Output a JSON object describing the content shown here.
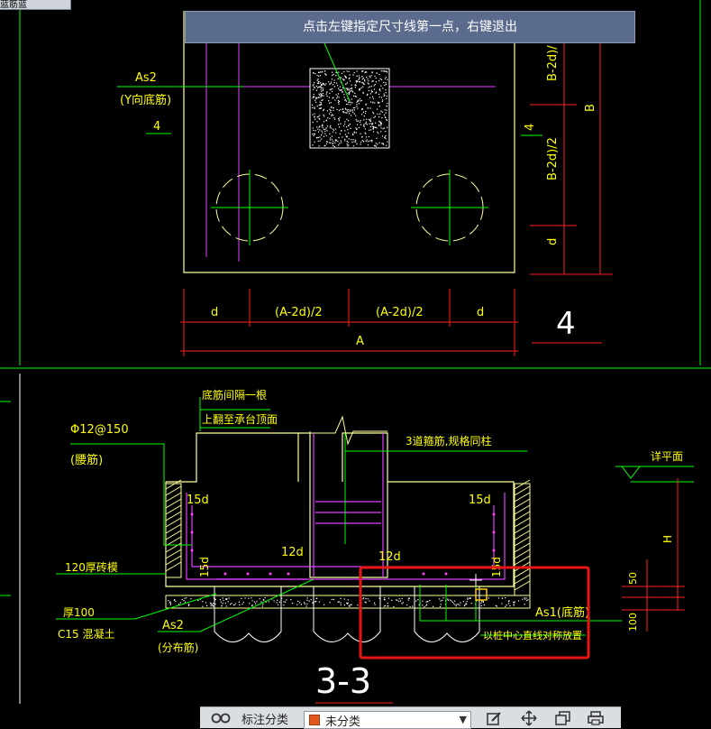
{
  "window": {
    "corner_label": "蓝筋蓝"
  },
  "prompt": {
    "text": "点击左键指定尺寸线第一点，右键退出"
  },
  "plan_view": {
    "label_as2": "As2",
    "label_y_bottom": "(Y向底筋)",
    "label_4_left": "4",
    "dim_b_top": "B-2d)/",
    "dim_4_right": "4",
    "dim_b_mid": "B-2d)/2",
    "dim_d_right": "d",
    "dim_b": "B",
    "dim_d_left": "d",
    "dim_a2d_1": "(A-2d)/2",
    "dim_a2d_2": "(A-2d)/2",
    "dim_d_bottom_right": "d",
    "dim_a": "A",
    "section_mark": "4"
  },
  "section_view": {
    "note_bottom_bar": "底筋间隔一根",
    "note_top_bend": "上翻至承台顶面",
    "rebar_spec": "Φ12@150",
    "rebar_type": "(腰筋)",
    "note_stirrups": "3道箍筋,规格同柱",
    "note_level": "详平面",
    "dim_15d_left": "15d",
    "dim_15d_right": "15d",
    "dim_12d_left": "12d",
    "dim_12d_right": "12d",
    "dim_15d_vert_left": "15d",
    "dim_15d_vert_right": "15d",
    "dim_h": "H",
    "dim_50": "50",
    "dim_100": "100",
    "label_brick": "120厚砖模",
    "label_thick100": "厚100",
    "label_c15": "C15 混凝土",
    "label_as2": "As2",
    "label_dist": "(分布筋)",
    "label_as1": "As1(底筋)",
    "note_center": "以桩中心直线对称放置",
    "section_title": "3-3"
  },
  "toolbar": {
    "label_category": "标注分类",
    "selected_category": "未分类",
    "category_color": "#e2571e"
  }
}
